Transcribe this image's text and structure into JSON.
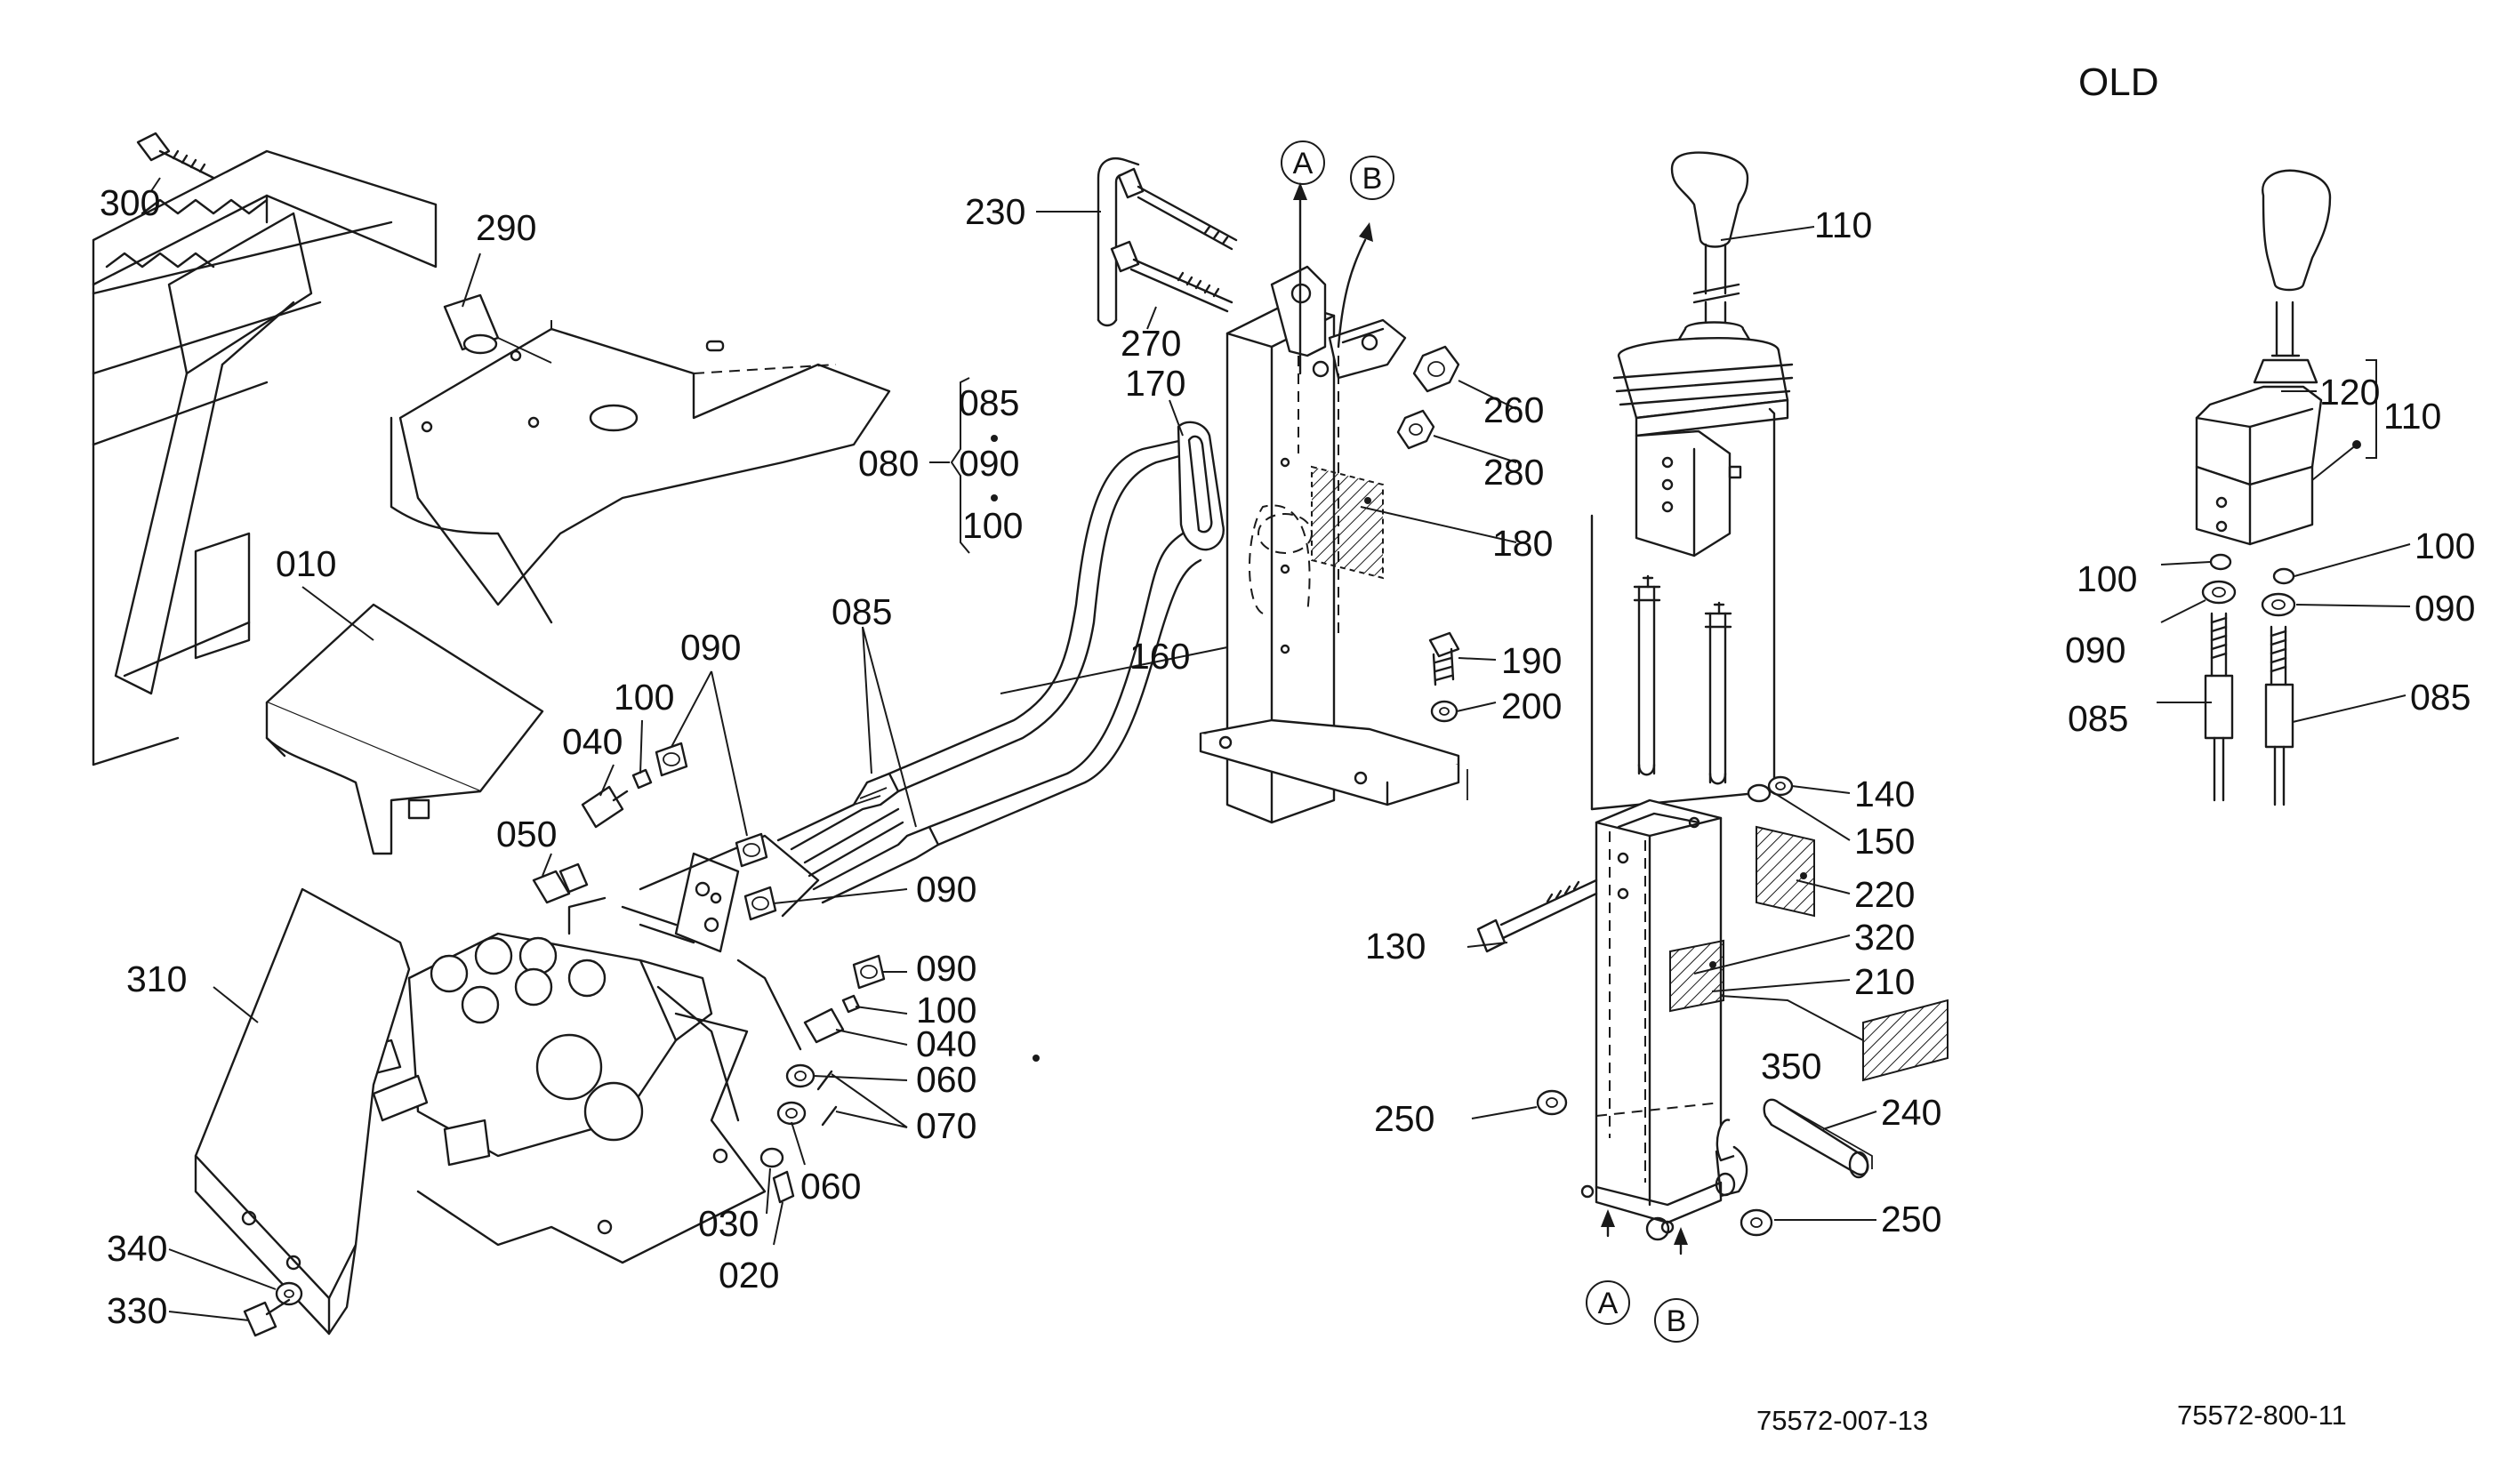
{
  "diagram": {
    "old_label": "OLD",
    "drawing_codes": [
      "75572-007-13",
      "75572-800-11"
    ],
    "reference_markers": [
      "A",
      "B"
    ],
    "part_labels": {
      "p300": "300",
      "p290": "290",
      "p010": "010",
      "p310": "310",
      "p340": "340",
      "p330": "330",
      "p040a": "040",
      "p100a": "100",
      "p090a": "090",
      "p085a": "085",
      "p050": "050",
      "p090b": "090",
      "p090c": "090",
      "p100b": "100",
      "p040b": "040",
      "p060a": "060",
      "p070": "070",
      "p060b": "060",
      "p030": "030",
      "p020": "020",
      "p230": "230",
      "p270": "270",
      "p170": "170",
      "p080": "080",
      "p085g": "085",
      "p090g": "090",
      "p100g": "100",
      "p260": "260",
      "p280": "280",
      "p180": "180",
      "p160": "160",
      "p190": "190",
      "p200": "200",
      "p110": "110",
      "p140": "140",
      "p150": "150",
      "p220": "220",
      "p130": "130",
      "p320": "320",
      "p210": "210",
      "p350": "350",
      "p250a": "250",
      "p240": "240",
      "p250b": "250",
      "o120": "120",
      "o110": "110",
      "o100a": "100",
      "o100b": "100",
      "o090a": "090",
      "o090b": "090",
      "o085a": "085",
      "o085b": "085"
    }
  }
}
